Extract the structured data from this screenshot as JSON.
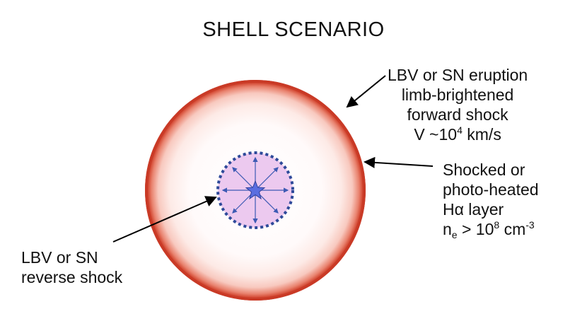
{
  "title": "SHELL SCENARIO",
  "labels": {
    "eruption": {
      "line1": "LBV or SN eruption",
      "line2": "limb-brightened",
      "line3": "forward shock",
      "velocity_prefix": "V ~10",
      "velocity_exp": "4",
      "velocity_unit": " km/s"
    },
    "layer": {
      "line1": "Shocked or",
      "line2": "photo-heated",
      "line3_prefix": "H",
      "line3_greek": "α",
      "line3_suffix": " layer",
      "density_n": "n",
      "density_sub": "e",
      "density_mid": " > 10",
      "density_exp": "8",
      "density_unit": " cm",
      "density_unit_exp": "-3"
    },
    "reverse": {
      "line1": "LBV or SN",
      "line2": "reverse shock"
    }
  },
  "colors": {
    "shell_outer": "#c93a26",
    "shell_inner": "#fde7e2",
    "inner_fill": "#ecc9ef",
    "inner_border": "#2e4a9a",
    "star": "#5a6ee0",
    "arrow": "#000000",
    "radial_arrow": "#3d5ab3"
  }
}
